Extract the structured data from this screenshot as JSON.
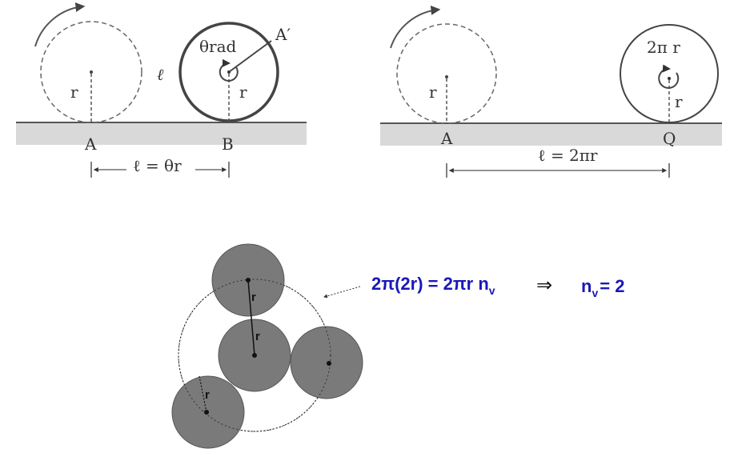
{
  "panel_left": {
    "angle_label": "θrad",
    "point_prime": "A′",
    "arc_label": "ℓ",
    "radius_label_left": "r",
    "radius_label_right": "r",
    "point_a": "A",
    "point_b": "B",
    "distance_label": "ℓ = θr"
  },
  "panel_right": {
    "angle_label": "2π r",
    "radius_label_left": "r",
    "radius_label_right": "r",
    "point_a": "A",
    "point_q": "Q",
    "distance_label": "ℓ = 2πr"
  },
  "panel_bottom": {
    "radius_labels": [
      "r",
      "r",
      "r"
    ],
    "equation": {
      "lhs": "2π(2r) = 2πr n",
      "lhs_sub": "v",
      "arrow": "⇒",
      "rhs": "n",
      "rhs_sub": "v",
      "rhs_value": "= 2"
    }
  },
  "colors": {
    "ground": "#d9d9d9",
    "coin_fill": "#7a7a7a",
    "equation": "#1a18b8"
  }
}
